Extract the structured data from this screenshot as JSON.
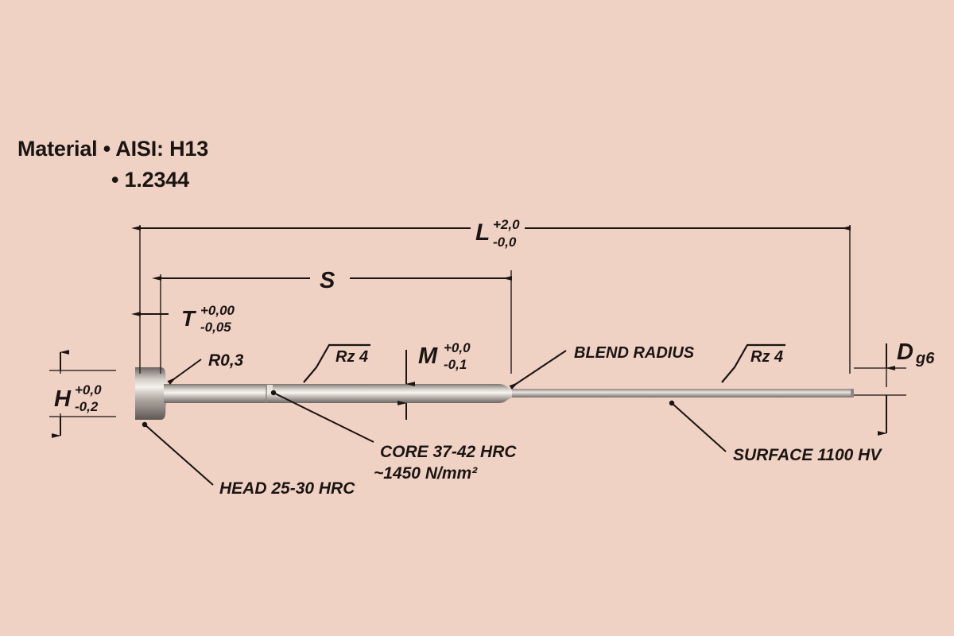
{
  "page": {
    "background_color": "#efd2c3",
    "ink_color": "#1a1413",
    "title_text_color": "#1a1413"
  },
  "material": {
    "label": "Material",
    "bullet": "•",
    "line1": "Material • AISI: H13",
    "line2": "• 1.2344",
    "standard_aisi": "AISI: H13",
    "standard_din": "1.2344"
  },
  "dimensions": {
    "length": {
      "symbol": "L",
      "tol_upper": "+2,0",
      "tol_lower": "-0,0"
    },
    "shoulder": {
      "symbol": "S",
      "tol_upper": "",
      "tol_lower": ""
    },
    "head_thickness": {
      "symbol": "T",
      "tol_upper": "+0,00",
      "tol_lower": "-0,05"
    },
    "head_diameter": {
      "symbol": "H",
      "tol_upper": "+0,0",
      "tol_lower": "-0,2"
    },
    "mid_diameter": {
      "symbol": "M",
      "tol_upper": "+0,0",
      "tol_lower": "-0,1"
    },
    "pin_diameter": {
      "symbol": "D",
      "fit": "g6"
    }
  },
  "callouts": {
    "radius": "R0,3",
    "blend_radius": "BLEND RADIUS",
    "core_hardness_line1": "CORE 37-42 HRC",
    "core_hardness_line2": "~1450 N/mm²",
    "head_hardness": "HEAD 25-30 HRC",
    "surface_hardness": "SURFACE 1100 HV",
    "surface_finish_left": "Rz 4",
    "surface_finish_right": "Rz 4"
  },
  "chart_data": {
    "type": "diagram",
    "title": "Ejector pin engineering drawing",
    "part": "cylindrical-head ejector pin",
    "features": [
      {
        "name": "head",
        "dimension_symbol": "H",
        "hardness": "25-30 HRC"
      },
      {
        "name": "head thickness",
        "dimension_symbol": "T"
      },
      {
        "name": "under-head fillet",
        "callout": "R0,3"
      },
      {
        "name": "shoulder length",
        "dimension_symbol": "S"
      },
      {
        "name": "mid shaft diameter",
        "dimension_symbol": "M",
        "finish": "Rz 4"
      },
      {
        "name": "blend radius transition",
        "callout": "BLEND RADIUS"
      },
      {
        "name": "pin diameter",
        "dimension_symbol": "D",
        "fit": "g6",
        "finish": "Rz 4"
      },
      {
        "name": "total length",
        "dimension_symbol": "L"
      },
      {
        "name": "core",
        "hardness": "37-42 HRC",
        "tensile": "~1450 N/mm²"
      },
      {
        "name": "surface",
        "hardness": "1100 HV"
      }
    ]
  }
}
